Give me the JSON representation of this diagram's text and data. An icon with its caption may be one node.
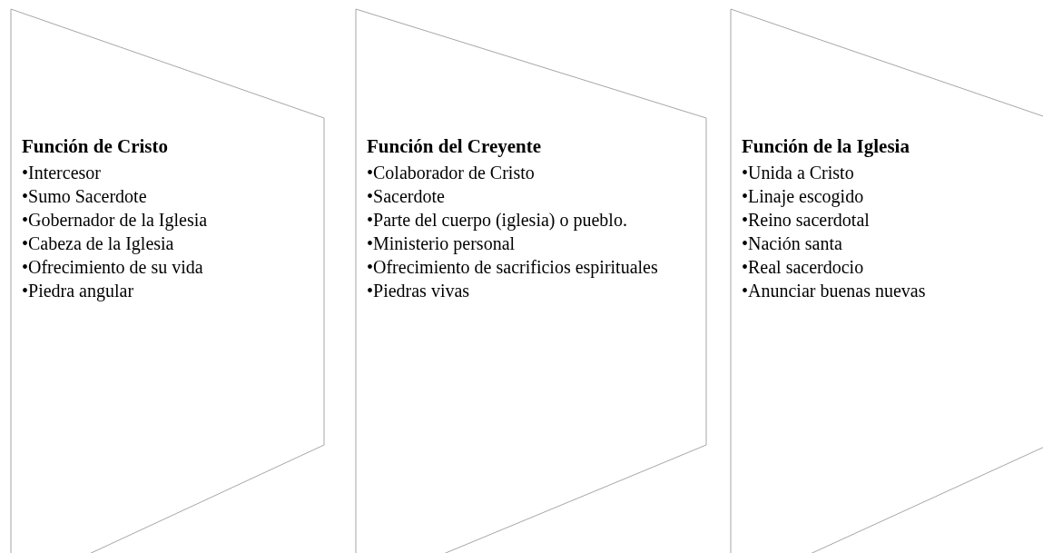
{
  "diagram": {
    "nodes": [
      {
        "text": [
          "Función de Cristo",
          "•Intercesor",
          "•Sumo Sacerdote",
          "•Gobernador de la Iglesia",
          "•Cabeza de la Iglesia",
          "•Ofrecimiento de su vida",
          "•Piedra angular"
        ]
      },
      {
        "text": [
          "Función del Creyente",
          "•Colaborador de Cristo",
          "•Sacerdote",
          "•Parte del cuerpo (iglesia) o pueblo.",
          "•Ministerio personal",
          "•Ofrecimiento de sacrificios espirituales",
          "•Piedras vivas"
        ]
      },
      {
        "text": [
          "Función de la Iglesia",
          "•Unida a Cristo",
          "•Linaje escogido",
          "•Reino sacerdotal",
          "•Nación santa",
          "•Real sacerdocio",
          "•Anunciar buenas nuevas"
        ]
      }
    ]
  }
}
